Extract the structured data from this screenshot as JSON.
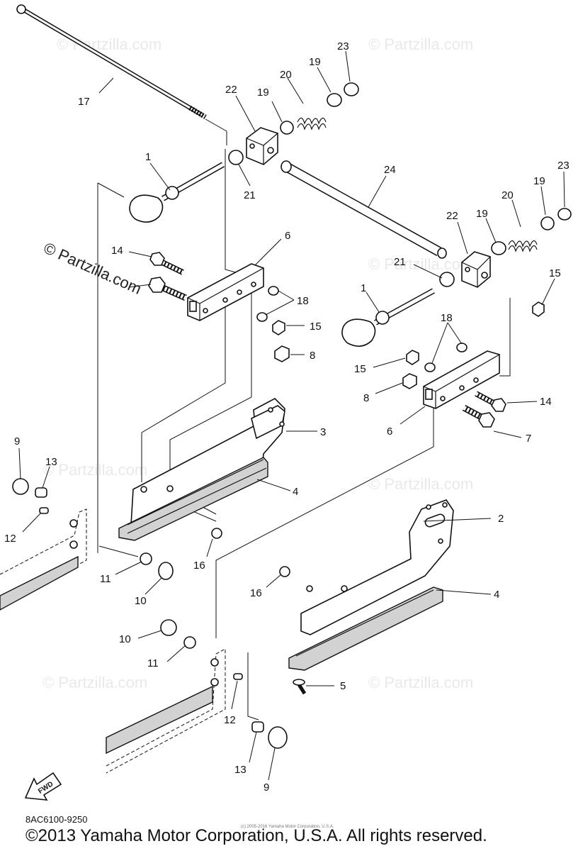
{
  "watermark": {
    "main": "© Partzilla.com",
    "faint": "© Partzilla.com"
  },
  "callouts": [
    "1",
    "1",
    "2",
    "3",
    "4",
    "4",
    "5",
    "6",
    "6",
    "7",
    "8",
    "8",
    "9",
    "9",
    "10",
    "10",
    "11",
    "11",
    "12",
    "12",
    "13",
    "13",
    "14",
    "14",
    "15",
    "15",
    "15",
    "16",
    "16",
    "17",
    "18",
    "18",
    "19",
    "19",
    "19",
    "19",
    "20",
    "20",
    "21",
    "21",
    "22",
    "22",
    "23",
    "23",
    "24"
  ],
  "fwd_label": "FWD",
  "part_code": "8AC6100-9250",
  "copyright": "©2013 Yamaha Motor Corporation, U.S.A. All rights reserved.",
  "small_note": "(c) 2005-2016 Yamaha Motor Corporation, U.S.A."
}
